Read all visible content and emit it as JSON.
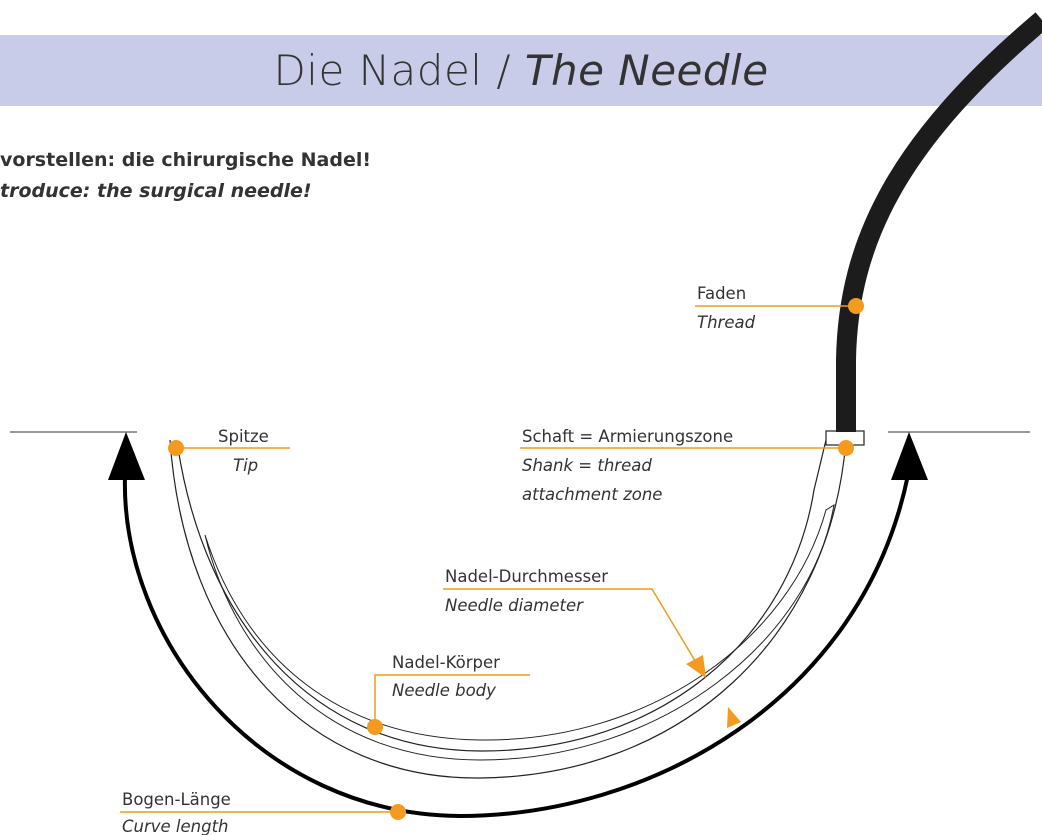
{
  "title": {
    "german": "Die Nadel / ",
    "english": "The Needle"
  },
  "intro": {
    "german": "vorstellen: die chirurgische Nadel!",
    "english": "troduce: the surgical needle!"
  },
  "labels": {
    "thread": {
      "de": "Faden",
      "en": "Thread"
    },
    "tip": {
      "de": "Spitze",
      "en": "Tip"
    },
    "shank": {
      "de": "Schaft = Armierungszone",
      "en_line1": "Shank = thread",
      "en_line2": "attachment zone"
    },
    "diameter": {
      "de": "Nadel-Durchmesser",
      "en": "Needle diameter"
    },
    "body": {
      "de": "Nadel-Körper",
      "en": "Needle body"
    },
    "curve_length": {
      "de": "Bogen-Länge",
      "en": "Curve length"
    }
  },
  "colors": {
    "header_band": "#c9cce9",
    "callout_orange": "#f39a1f",
    "thread": "#1c1c1c",
    "arrow": "#000000"
  }
}
